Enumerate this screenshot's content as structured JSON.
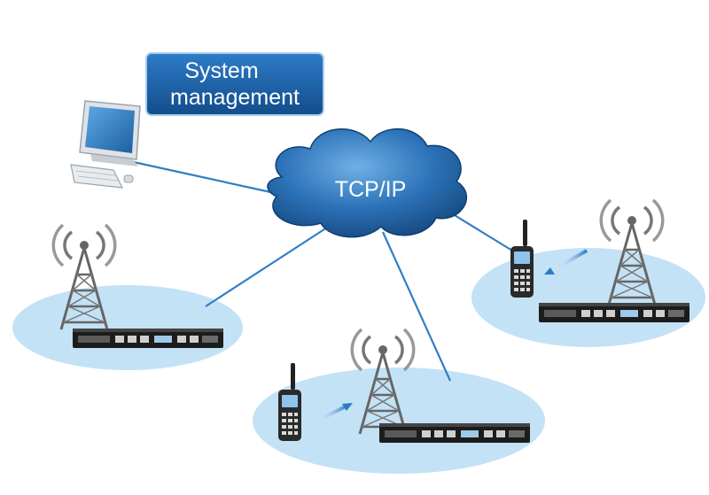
{
  "management": {
    "line1": "System",
    "line2": "management"
  },
  "network": {
    "label": "TCP/IP"
  },
  "colors": {
    "cloud_dark": "#1f5d9c",
    "cloud_light": "#4a8fd0",
    "link_line": "#2b7bc4",
    "coverage_area": "#bfe0f5",
    "tower": "#6b6b6b",
    "label_box": "#1d5fa6"
  },
  "icons": {
    "computer": "desktop-computer-icon",
    "tower": "radio-tower-icon",
    "base_station": "repeater-unit-icon",
    "handset": "portable-radio-icon",
    "signal": "signal-arrow-icon"
  }
}
